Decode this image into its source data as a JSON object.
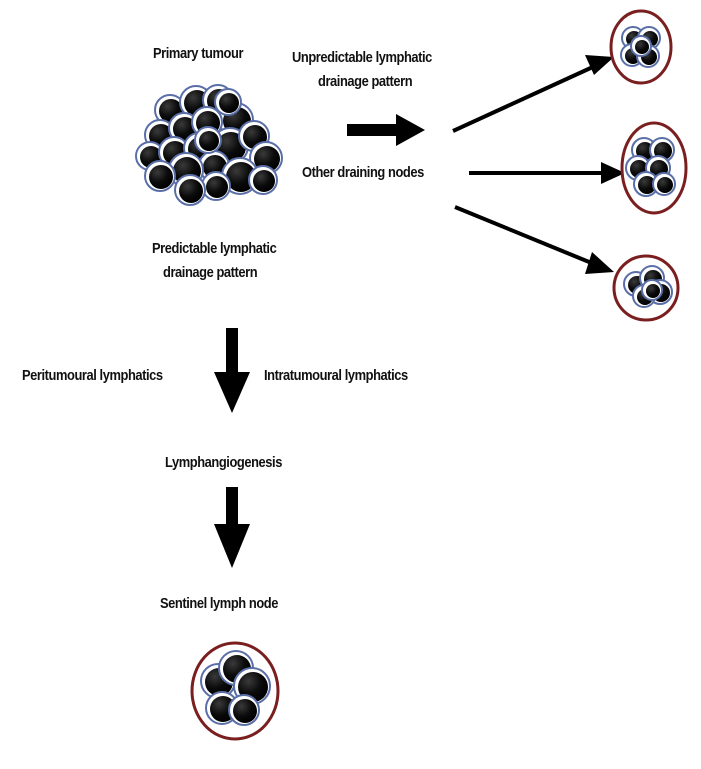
{
  "labels": {
    "primary_tumour": "Primary tumour",
    "unpredictable_line1": "Unpredictable lymphatic",
    "unpredictable_line2": "drainage pattern",
    "other_draining_nodes": "Other draining nodes",
    "predictable_line1": "Predictable lymphatic",
    "predictable_line2": "drainage pattern",
    "peritumoural": "Peritumoural lymphatics",
    "intratumoural": "Intratumoural lymphatics",
    "lymphangiogenesis": "Lymphangiogenesis",
    "sentinel_node": "Sentinel lymph node"
  },
  "colors": {
    "node_ring": "#7a1f1f",
    "cell_fill": "#0b0b0b",
    "cell_ring": "#5a6fa8",
    "arrow": "#000000",
    "text": "#111111"
  }
}
